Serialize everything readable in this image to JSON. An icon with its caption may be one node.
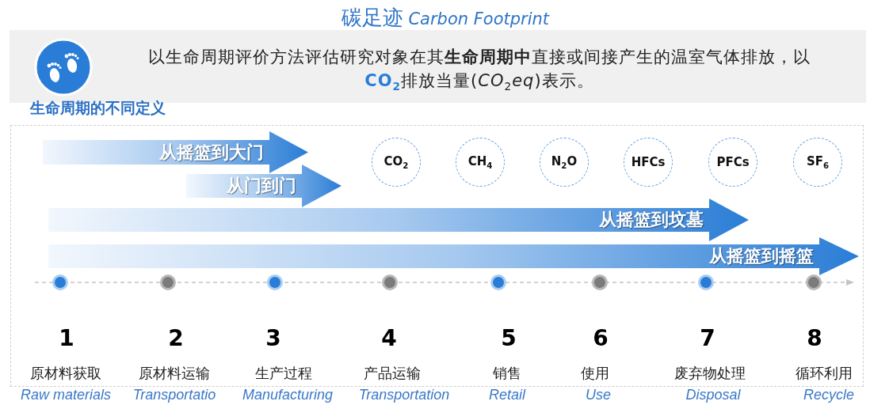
{
  "diagram": {
    "title": "碳足迹 *Carbon Footprint*",
    "nodes": [
      {
        "text": [
          "以生命周期评价方法评估研究对象在其**生命周期中**直接或间接产生的温室气体排放，以**CO**$_{2}$排放当量(*CO*$_{2}$*eq*)表示。"
        ]
      },
      {
        "text": [
          "从摇篮到大门"
        ]
      },
      {
        "text": [
          "CO$_{2}$"
        ]
      },
      {
        "text": [
          "CH$_{4}$"
        ]
      },
      {
        "text": [
          "N$_{2}$O"
        ]
      },
      {
        "text": [
          "HFCs"
        ]
      },
      {
        "text": [
          "PFCs"
        ]
      },
      {
        "text": [
          "SF$_{6}$"
        ]
      },
      {
        "text": [
          "从门到门"
        ]
      },
      {
        "text": [
          "从摇篮到坟墓"
        ]
      },
      {
        "text": [
          "从摇篮到摇篮"
        ]
      }
    ],
    "labels": [
      "生命周期的不同定义",
      "1",
      "2",
      "3",
      "4",
      "5",
      "6",
      "7",
      "8",
      "原材料获取",
      "原材料运输",
      "生产过程",
      "产品运输",
      "销售",
      "使用",
      "废弃物处理",
      "循环利用",
      "Raw materials",
      "Transportatio",
      "Manufacturing",
      "Transportation",
      "Retail",
      "Use",
      "Disposal",
      "Recycle"
    ]
  }
}
